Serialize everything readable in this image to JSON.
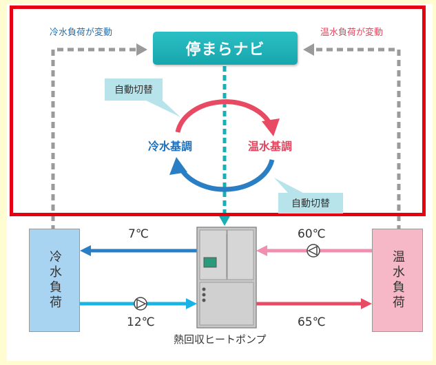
{
  "navi_label": "停まらナビ",
  "left_load_change": "冷水負荷が変動",
  "right_load_change": "温水負荷が変動",
  "auto_switch_top": "自動切替",
  "auto_switch_bottom": "自動切替",
  "cold_mode": "冷水基調",
  "hot_mode": "温水基調",
  "cold_load": "冷水負荷",
  "hot_load": "温水負荷",
  "temp_cold_supply": "7℃",
  "temp_cold_return": "12℃",
  "temp_hot_return": "60℃",
  "temp_hot_supply": "65℃",
  "heat_pump_caption": "熱回収ヒートポンプ",
  "colors": {
    "highlight_frame": "#e60012",
    "background": "#fffcd2",
    "navi": "#1aafb5",
    "cold_pipe": "#2a7fc4",
    "cold_return_pipe": "#19b4e6",
    "hot_pipe": "#e94a64",
    "hot_return_pipe": "#f08fb1"
  }
}
